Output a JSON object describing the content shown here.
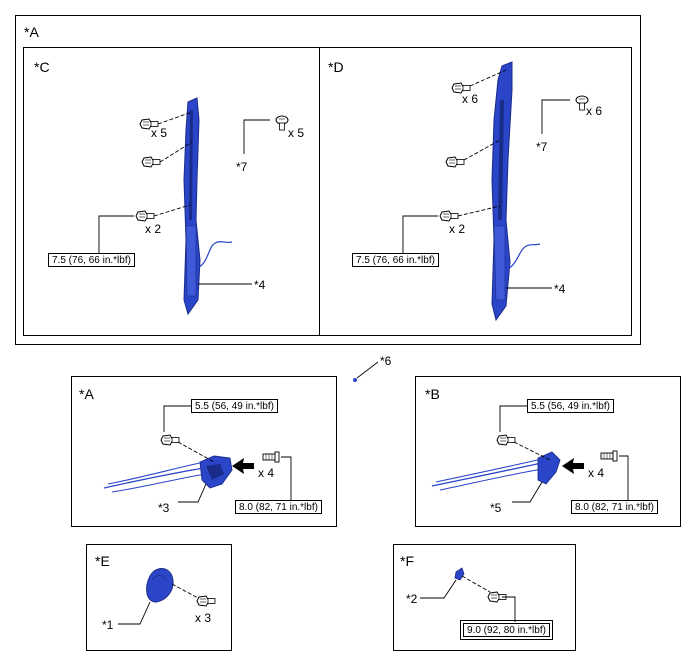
{
  "panels": {
    "outer": "*A",
    "c": "*C",
    "d": "*D",
    "a": "*A",
    "b": "*B",
    "e": "*E",
    "f": "*F"
  },
  "labels": {
    "c_x5_top": "x 5",
    "c_x5_right": "x 5",
    "c_x2": "x 2",
    "c_seven": "*7",
    "c_four": "*4",
    "d_x6_top": "x 6",
    "d_x6_right": "x 6",
    "d_x2": "x 2",
    "d_seven": "*7",
    "d_four": "*4",
    "six": "*6",
    "a_x4": "x 4",
    "a_three": "*3",
    "b_x4": "x 4",
    "b_five": "*5",
    "e_one": "*1",
    "e_x3": "x 3",
    "f_two": "*2"
  },
  "torques": {
    "c_bolt": "7.5 (76, 66 in.*lbf)",
    "d_bolt": "7.5 (76, 66 in.*lbf)",
    "a_top": "5.5 (56, 49 in.*lbf)",
    "a_bottom": "8.0 (82, 71 in.*lbf)",
    "b_top": "5.5 (56, 49 in.*lbf)",
    "b_bottom": "8.0 (82, 71 in.*lbf)",
    "f_bolt": "9.0 (92, 80 in.*lbf)"
  },
  "colors": {
    "part_blue": "#2a45c8",
    "part_dark": "#1a2c8a",
    "line": "#000000"
  }
}
